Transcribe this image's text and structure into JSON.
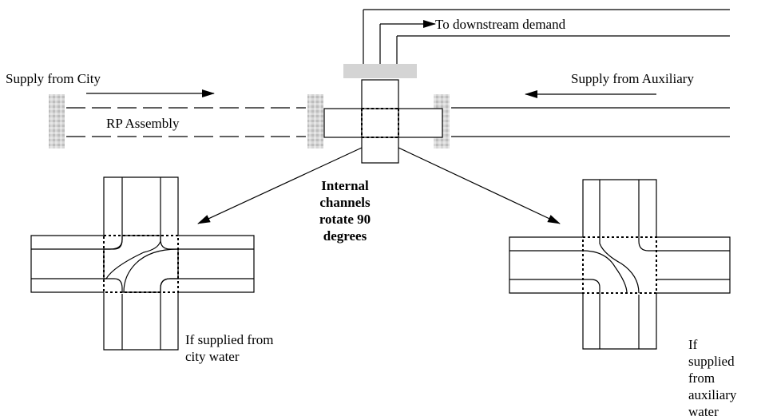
{
  "labels": {
    "supply_city": "Supply from City",
    "supply_aux": "Supply from Auxiliary",
    "downstream": "To downstream demand",
    "rp_assembly": "RP Assembly",
    "internal": [
      "Internal",
      "channels",
      "rotate 90",
      "degrees"
    ],
    "city_case": [
      "If supplied from",
      "city water"
    ],
    "aux_case": [
      "If",
      "supplied",
      "from",
      "auxiliary",
      "water"
    ]
  }
}
